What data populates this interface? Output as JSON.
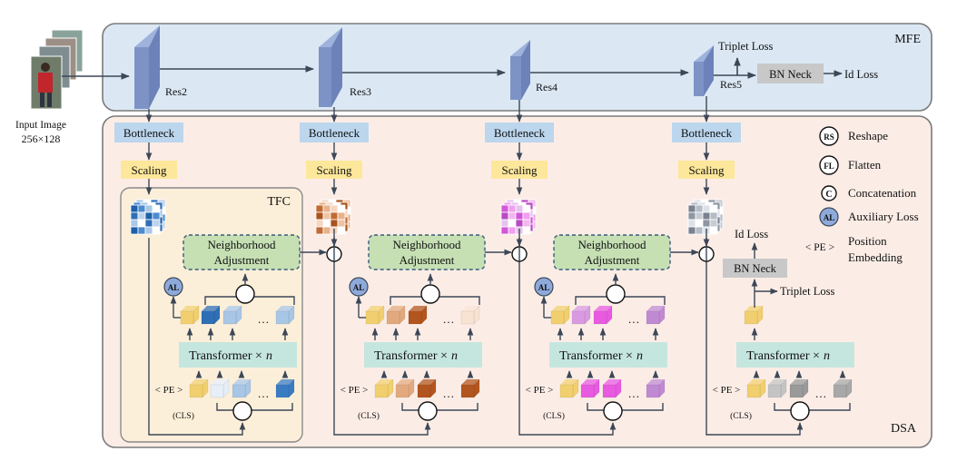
{
  "input": {
    "label_line1": "Input Image",
    "label_line2": "256×128"
  },
  "mfe": {
    "title": "MFE",
    "stages": [
      "Res2",
      "Res3",
      "Res4",
      "Res5"
    ],
    "triplet_loss": "Triplet Loss",
    "bn_neck": "BN Neck",
    "id_loss": "Id Loss"
  },
  "dsa": {
    "title": "DSA",
    "tfc_title": "TFC",
    "bottleneck": "Bottleneck",
    "scaling": "Scaling",
    "neighborhood_line1": "Neighborhood",
    "neighborhood_line2": "Adjustment",
    "transformer": "Transformer ×",
    "transformer_n": "n",
    "pe": "< PE >",
    "cls": "(CLS)",
    "al": "AL",
    "rs": "RS",
    "fl": "FL",
    "concat": "C",
    "ellipsis": "…",
    "final_bn_neck": "BN Neck",
    "final_id_loss": "Id Loss",
    "final_triplet_loss": "Triplet Loss"
  },
  "legend": [
    {
      "symbol": "RS",
      "text": "Reshape"
    },
    {
      "symbol": "FL",
      "text": "Flatten"
    },
    {
      "symbol": "C",
      "text": "Concatenation"
    },
    {
      "symbol": "AL",
      "text": "Auxiliary Loss"
    },
    {
      "symbol": "< PE >",
      "text_line1": "Position",
      "text_line2": "Embedding"
    }
  ],
  "colors": {
    "mfe_bg": "#dbe8f4",
    "dsa_bg": "#fbede6",
    "tfc_bg": "#fcefd9",
    "bottleneck": "#bcd6ee",
    "scaling": "#fde79a",
    "neighborhood": "#c6e0b4",
    "transformer": "#c5e6df",
    "bn_neck": "#c8c8c8",
    "res_block": "#7d93c6",
    "al_circle": "#8eaadb",
    "token_yellow": "#f2cf6e"
  },
  "token_palettes": [
    [
      "#2f6fb6",
      "#a8c6e6",
      "#3a7cc2"
    ],
    [
      "#e3a97e",
      "#b3551e",
      "#f8e2d2"
    ],
    [
      "#d99ae2",
      "#e85ae0",
      "#c08ad3"
    ],
    [
      "#c4c4c4",
      "#9a9a9a",
      "#b0b0b0"
    ]
  ]
}
